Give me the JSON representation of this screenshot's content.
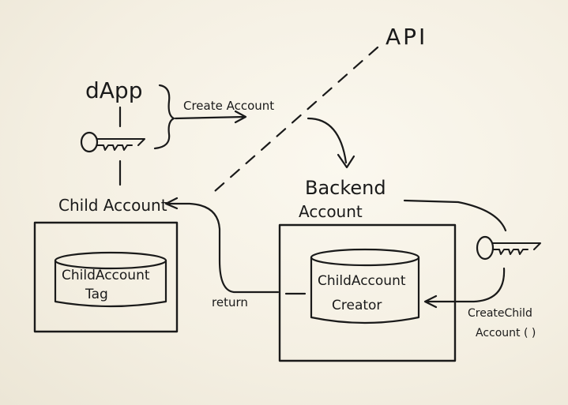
{
  "labels": {
    "api": "API",
    "dapp": "dApp",
    "create_account": "Create Account",
    "backend_line1": "Backend",
    "backend_line2": "Account",
    "child_account": "Child Account",
    "tag_line1": "ChildAccount",
    "tag_line2": "Tag",
    "creator_line1": "ChildAccount",
    "creator_line2": "Creator",
    "return": "return",
    "create_child_line1": "CreateChild",
    "create_child_line2": "Account ( )"
  },
  "icons": [
    "key-icon",
    "key-icon",
    "arrow-head-icon"
  ],
  "colors": {
    "ink": "#1a1a1a",
    "board": "#f5f1e6"
  }
}
